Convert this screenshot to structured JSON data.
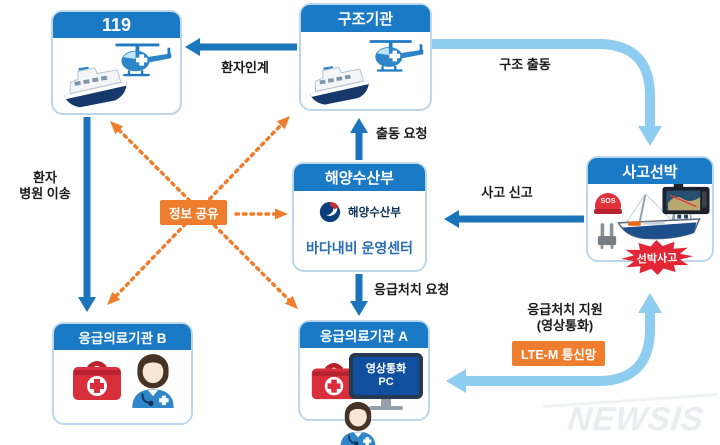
{
  "nodes": {
    "n119": {
      "title": "119"
    },
    "rescue": {
      "title": "구조기관"
    },
    "ship": {
      "title": "사고선박",
      "sos": "SOS",
      "burst": "선박사고"
    },
    "ministry": {
      "title": "해양수산부",
      "org": "해양수산부",
      "center": "바다내비 운영센터"
    },
    "hospitalA": {
      "title": "응급의료기관 A",
      "monitor_line1": "영상통화",
      "monitor_line2": "PC"
    },
    "hospitalB": {
      "title": "응급의료기관 B"
    }
  },
  "flows": {
    "patient_handover": "환자인계",
    "rescue_dispatch": "구조 출동",
    "dispatch_request": "출동 요청",
    "accident_report": "사고 신고",
    "first_aid_request": "응급처치 요청",
    "first_aid_support_line1": "응급처치 지원",
    "first_aid_support_line2": "(영상통화)",
    "lte_badge": "LTE-M 통신망",
    "patient_transfer_line1": "환자",
    "patient_transfer_line2": "병원 이송",
    "info_share": "정보 공유"
  },
  "watermark": "NEWSIS",
  "colors": {
    "header_blue": "#1b7ac5",
    "arrow_blue": "#1b75bb",
    "arrow_light_blue": "#8ecdf0",
    "orange": "#ee7d2e",
    "red": "#d92f3d",
    "burst_red": "#e32636",
    "center_text_blue": "#2a6db5",
    "border_light_blue": "#bcd7ec"
  }
}
